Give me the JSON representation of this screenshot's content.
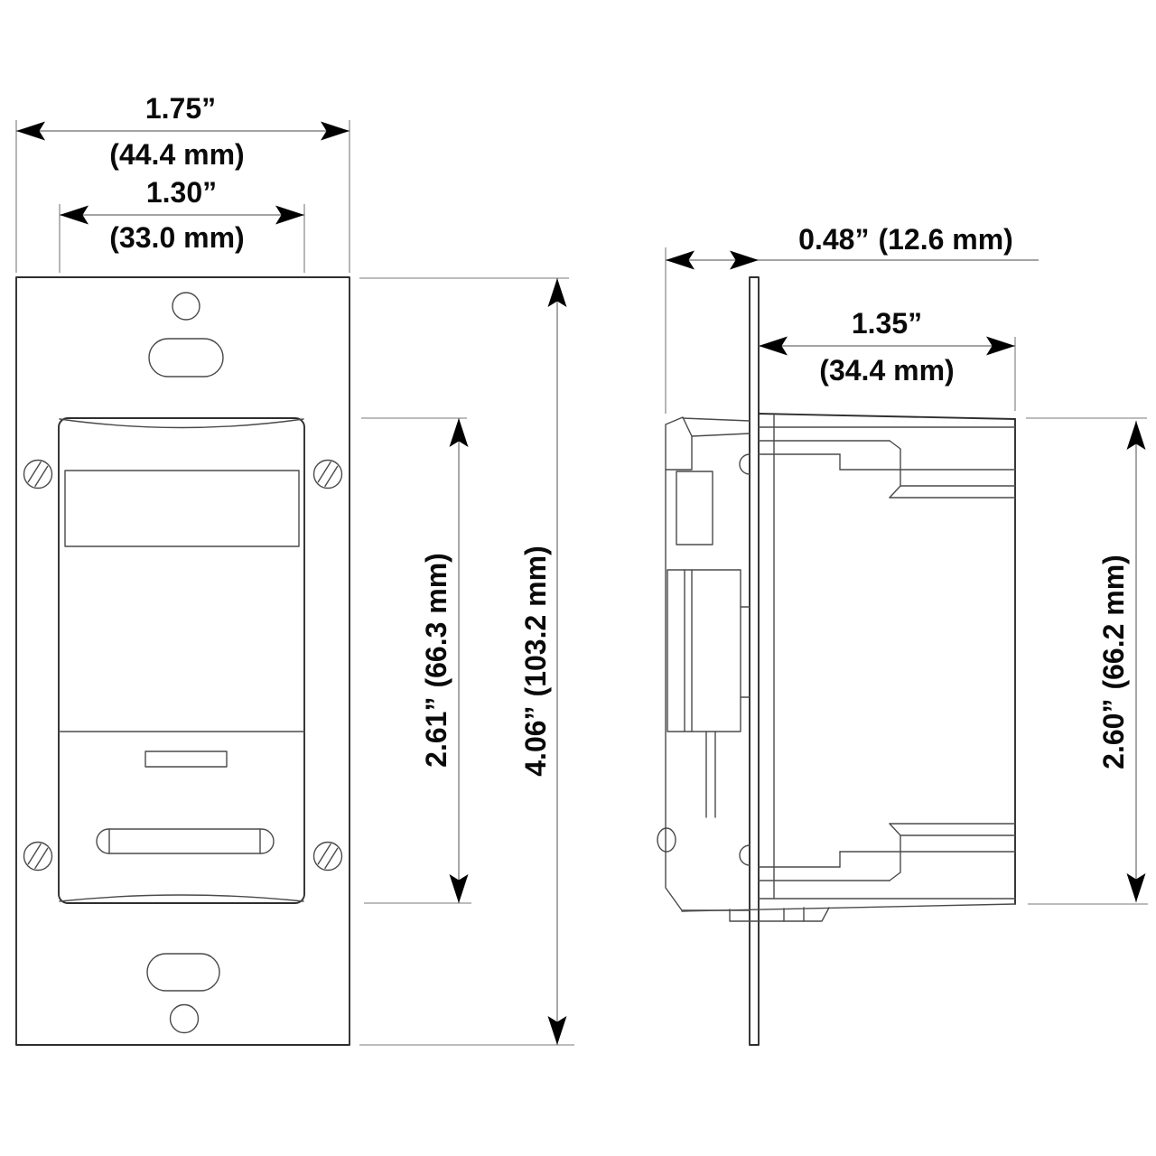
{
  "drawing": {
    "title": "wall-sensor-switch-dimension-drawing",
    "style": {
      "background": "#ffffff",
      "line_color": "#2e2e2e",
      "dimension_line_color": "#6e6e6e",
      "text_color": "#0a0a0a"
    },
    "views": {
      "front": {
        "name": "front-view",
        "dimensions": {
          "outer_width": {
            "in": "1.75”",
            "mm": "(44.4 mm)"
          },
          "inner_width": {
            "in": "1.30”",
            "mm": "(33.0 mm)"
          },
          "body_height": {
            "in": "2.61”",
            "mm": "(66.3 mm)"
          },
          "total_height": {
            "in": "4.06”",
            "mm": "(103.2 mm)"
          }
        }
      },
      "side": {
        "name": "side-view",
        "dimensions": {
          "mount_depth": {
            "in": "0.48”",
            "mm": "(12.6 mm)"
          },
          "body_depth": {
            "in": "1.35”",
            "mm": "(34.4 mm)"
          },
          "body_height": {
            "in": "2.60”",
            "mm": "(66.2 mm)"
          }
        }
      }
    }
  }
}
